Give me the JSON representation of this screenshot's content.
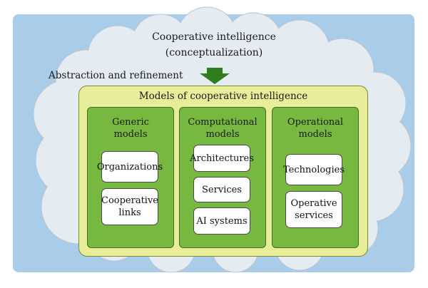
{
  "header": {
    "line1": "Cooperative intelligence",
    "line2": "(conceptualization)"
  },
  "side_label": "Abstraction and refinement",
  "outer_title": "Models of cooperative intelligence",
  "columns": [
    {
      "title": "Generic\nmodels",
      "items": [
        "Organizations",
        "Cooperative\nlinks"
      ]
    },
    {
      "title": "Computational\nmodels",
      "items": [
        "Architectures",
        "Services",
        "AI systems"
      ]
    },
    {
      "title": "Operational\nmodels",
      "items": [
        "Technologies",
        "Operative\nservices"
      ]
    }
  ],
  "colors": {
    "background": "#a9cde9",
    "cloud": "#e4ecf2",
    "outer_box": "#e8ed9a",
    "column": "#76b840",
    "arrow": "#2e7d1e"
  }
}
